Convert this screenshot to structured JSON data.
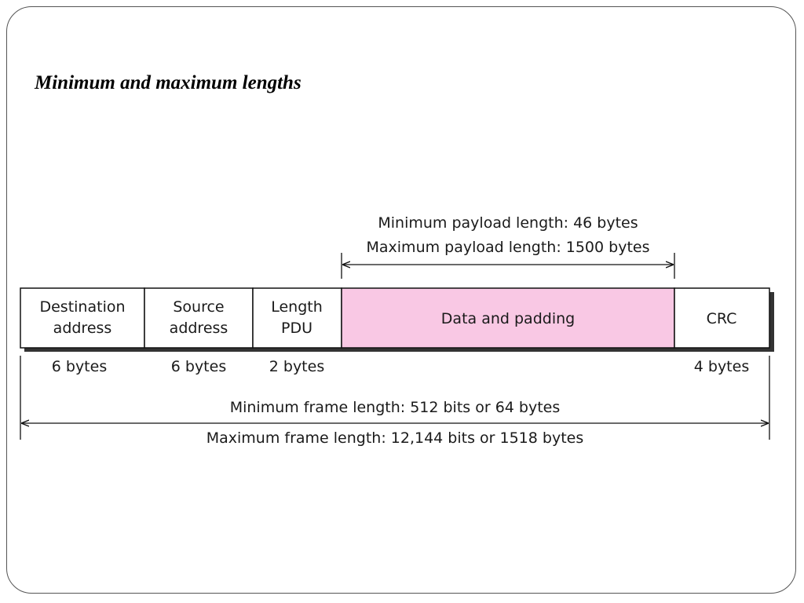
{
  "title": "Minimum and maximum lengths",
  "payload": {
    "min_label": "Minimum payload length: 46 bytes",
    "max_label": "Maximum payload length: 1500 bytes"
  },
  "fields": [
    {
      "line1": "Destination",
      "line2": "address",
      "size": "6 bytes"
    },
    {
      "line1": "Source",
      "line2": "address",
      "size": "6 bytes"
    },
    {
      "line1": "Length",
      "line2": "PDU",
      "size": "2 bytes"
    },
    {
      "line1": "Data and padding",
      "line2": "",
      "size": ""
    },
    {
      "line1": "CRC",
      "line2": "",
      "size": "4 bytes"
    }
  ],
  "frame": {
    "min_label": "Minimum frame length: 512 bits or 64 bytes",
    "max_label": "Maximum frame length: 12,144 bits or 1518 bytes"
  },
  "colors": {
    "data_fill": "#f9c8e4",
    "border": "#111111",
    "shadow": "#333333"
  }
}
